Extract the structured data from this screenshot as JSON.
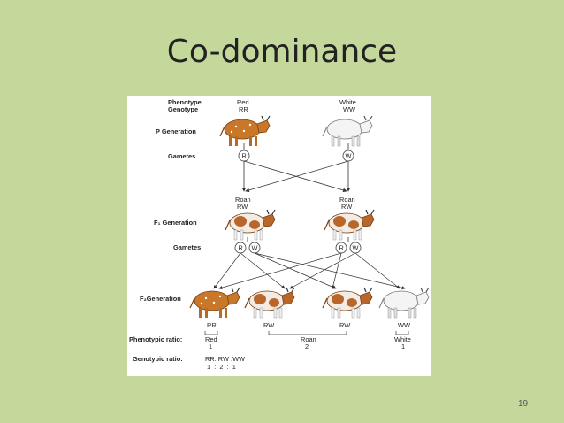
{
  "slide": {
    "title": "Co-dominance",
    "page_number": "19"
  },
  "figure": {
    "header_phenotype": "Phenotype",
    "header_genotype": "Genotype",
    "p_red_phenotype": "Red",
    "p_red_genotype": "RR",
    "p_white_phenotype": "White",
    "p_white_genotype": "WW",
    "p_generation_label": "P Generation",
    "gametes_label_1": "Gametes",
    "p_gamete_r": "R",
    "p_gamete_w": "W",
    "f1_left_phenotype": "Roan",
    "f1_left_genotype": "RW",
    "f1_right_phenotype": "Roan",
    "f1_right_genotype": "RW",
    "f1_generation_label": "F₁ Generation",
    "gametes_label_2": "Gametes",
    "f1_gamete_r1": "R",
    "f1_gamete_w1": "W",
    "f1_gamete_r2": "R",
    "f1_gamete_w2": "W",
    "f2_generation_label": "F₂Generation",
    "f2_g1": "RR",
    "f2_g2": "RW",
    "f2_g3": "RW",
    "f2_g4": "WW",
    "phenotypic_ratio_label": "Phenotypic ratio:",
    "ratio_red": "Red",
    "ratio_red_num": "1",
    "ratio_roan": "Roan",
    "ratio_roan_num": "2",
    "ratio_white": "White",
    "ratio_white_num": "1",
    "genotypic_ratio_label": "Genotypic ratio:",
    "genotypic_ratio_value": "RR: RW :WW",
    "genotypic_ratio_numbers": "1  :  2  :  1",
    "colors": {
      "red_cow": "#c9782a",
      "white_cow": "#f4f4f4",
      "spot": "#8a4a18"
    }
  }
}
